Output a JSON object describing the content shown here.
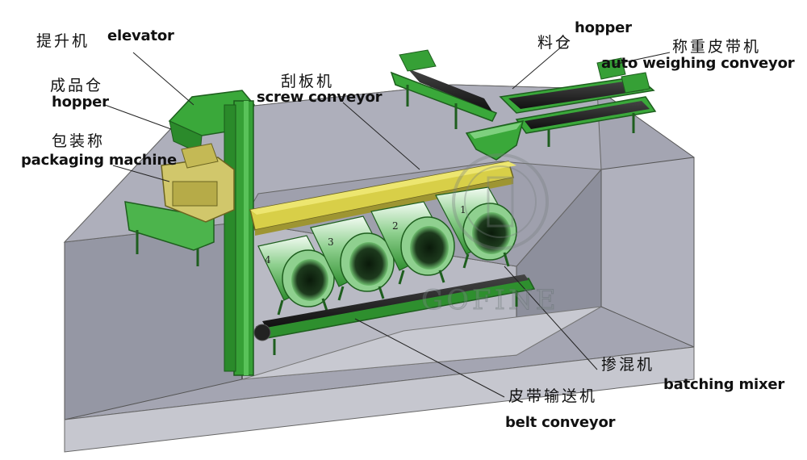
{
  "labels": {
    "elevator_cn": "提升机",
    "elevator_en": "elevator",
    "product_hopper_cn": "成品仓",
    "product_hopper_en": "hopper",
    "packaging_cn": "包装称",
    "packaging_en": "packaging machine",
    "screw_cn": "刮板机",
    "screw_en": "screw conveyor",
    "raw_hopper_cn": "料仓",
    "raw_hopper_en": "hopper",
    "weighing_cn": "称重皮带机",
    "weighing_en": "auto weighing conveyor",
    "mixer_cn": "掺混机",
    "mixer_en": "batching mixer",
    "belt_cn": "皮带输送机",
    "belt_en": "belt conveyor"
  },
  "mixer_numbers": [
    "1",
    "2",
    "3",
    "4"
  ],
  "watermark": "GOFINE",
  "colors": {
    "pit": "#9a9ba8",
    "pit_light": "#c9cad2",
    "machine_green": "#37a637",
    "machine_dark": "#1e6b1e",
    "conveyor_yellow": "#d6cf4a",
    "drum_light": "#dff3df"
  }
}
